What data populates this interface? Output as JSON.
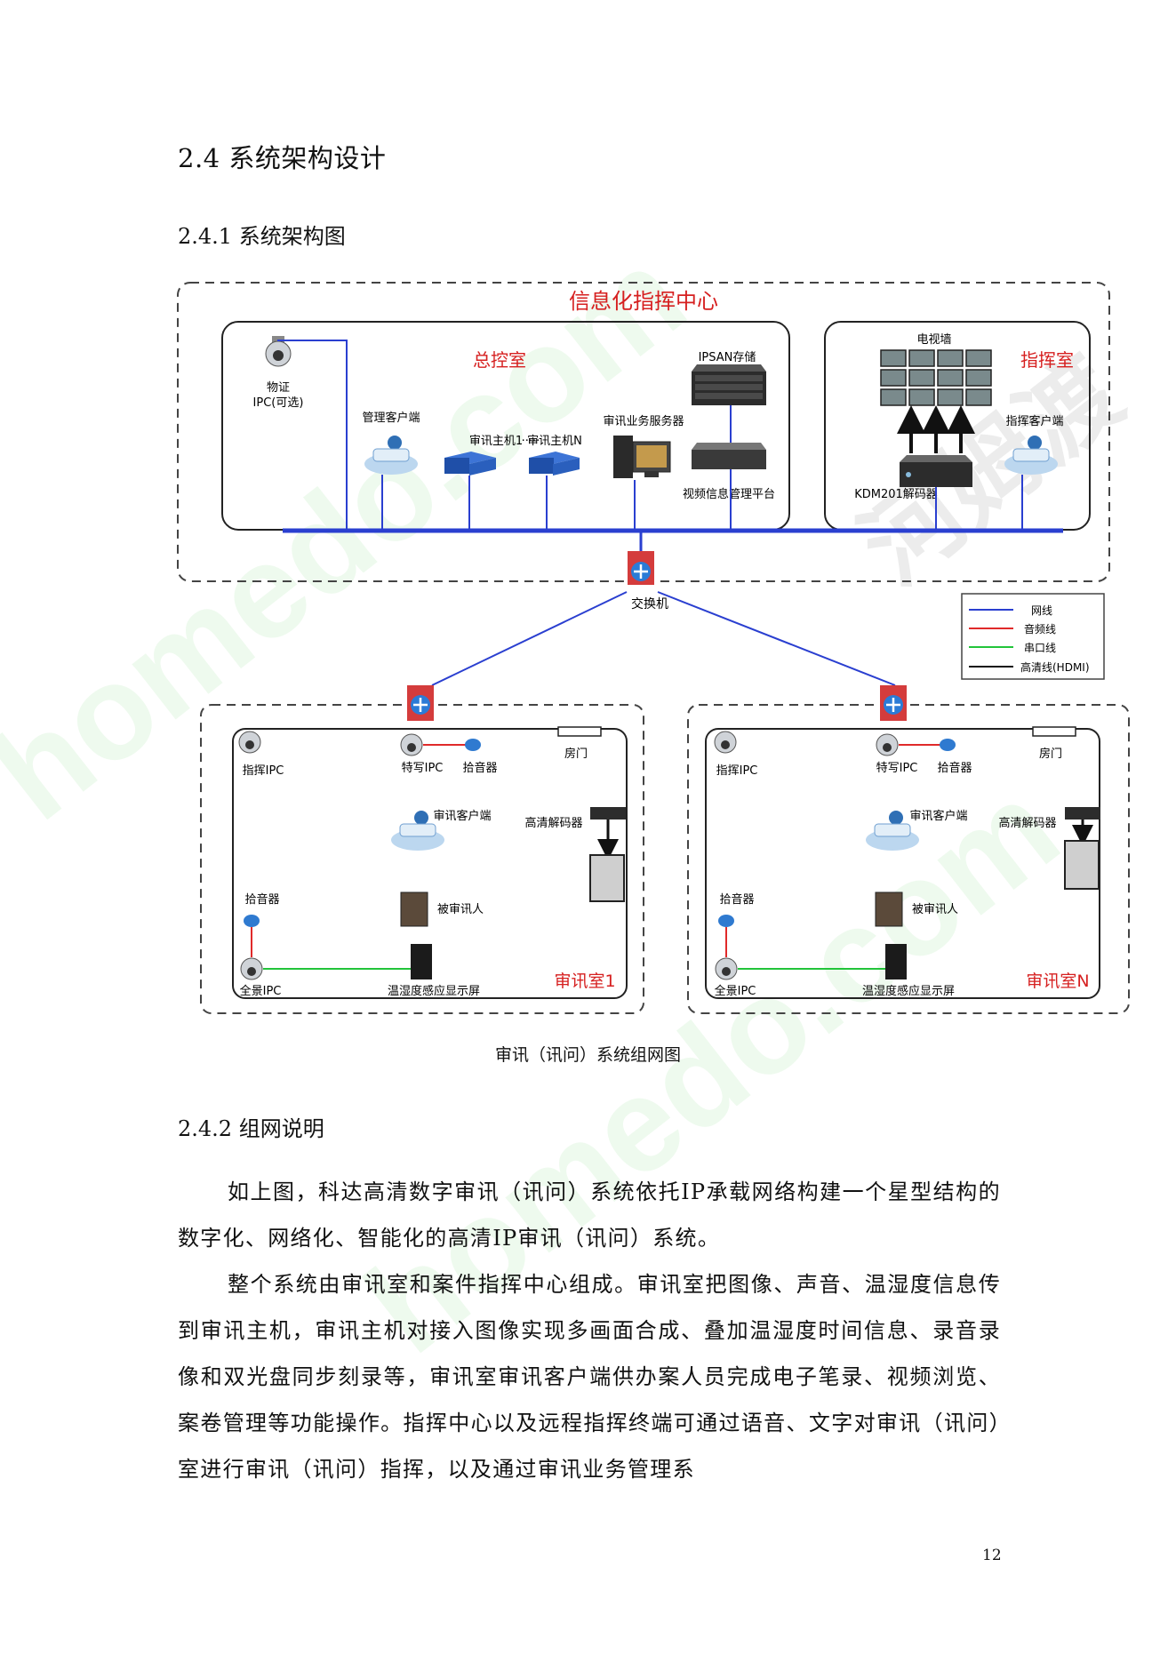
{
  "section": {
    "title": "2.4 系统架构设计"
  },
  "subsection1": {
    "title": "2.4.1 系统架构图"
  },
  "diagram": {
    "center_title": "信息化指挥中心",
    "control_room": {
      "title": "总控室",
      "ipc_label_1": "物证",
      "ipc_label_2": "IPC(可选)",
      "mgmt_client": "管理客户端",
      "host1": "审讯主机1",
      "dots": "·····",
      "hostN": "审讯主机N",
      "business_server": "审讯业务服务器",
      "ipsan": "IPSAN存储",
      "video_platform": "视频信息管理平台"
    },
    "command_room": {
      "title": "指挥室",
      "tv_wall": "电视墙",
      "client": "指挥客户端",
      "decoder": "KDM201解码器"
    },
    "switch_label": "交换机",
    "legend": [
      {
        "label": "网线",
        "color": "#2a3fd0"
      },
      {
        "label": "音频线",
        "color": "#e02a2a"
      },
      {
        "label": "串口线",
        "color": "#22c43a"
      },
      {
        "label": "高清线(HDMI)",
        "color": "#111111"
      }
    ],
    "rooms": [
      {
        "name": "审讯室1",
        "cmd_ipc": "指挥IPC",
        "closeup_ipc": "特写IPC",
        "mic": "拾音器",
        "door": "房门",
        "client": "审讯客户端",
        "hd_decoder": "高清解码器",
        "mic2": "拾音器",
        "subject": "被审讯人",
        "pano_ipc": "全景IPC",
        "th_display": "温湿度感应显示屏"
      },
      {
        "name": "审讯室N",
        "cmd_ipc": "指挥IPC",
        "closeup_ipc": "特写IPC",
        "mic": "拾音器",
        "door": "房门",
        "client": "审讯客户端",
        "hd_decoder": "高清解码器",
        "mic2": "拾音器",
        "subject": "被审讯人",
        "pano_ipc": "全景IPC",
        "th_display": "温湿度感应显示屏"
      }
    ],
    "caption": "审讯（讯问）系统组网图"
  },
  "subsection2": {
    "title": "2.4.2 组网说明"
  },
  "paragraphs": [
    "如上图，科达高清数字审讯（讯问）系统依托IP承载网络构建一个星型结构的数字化、网络化、智能化的高清IP审讯（讯问）系统。",
    "整个系统由审讯室和案件指挥中心组成。审讯室把图像、声音、温湿度信息传到审讯主机，审讯主机对接入图像实现多画面合成、叠加温湿度时间信息、录音录像和双光盘同步刻录等，审讯室审讯客户端供办案人员完成电子笔录、视频浏览、案卷管理等功能操作。指挥中心以及远程指挥终端可通过语音、文字对审讯（讯问）室进行审讯（讯问）指挥，以及通过审讯业务管理系"
  ],
  "page_number": "12",
  "watermark": {
    "text1": "homedo.com",
    "text2": "河姆渡"
  }
}
